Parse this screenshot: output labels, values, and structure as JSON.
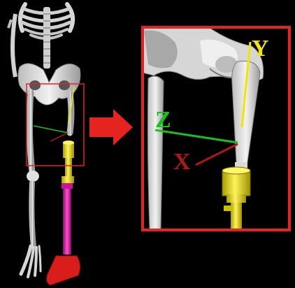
{
  "axes": {
    "y": {
      "label": "Y",
      "color": "#f2e600"
    },
    "z": {
      "label": "Z",
      "color": "#18c21c"
    },
    "x": {
      "label": "X",
      "color": "#b01818"
    }
  },
  "colors": {
    "background": "#000000",
    "bone": "#e4e4e4",
    "bone_shadow": "#9a9a9a",
    "implant": "#f0ea00",
    "pylon": "#e61fb5",
    "foot": "#e3201e",
    "highlight_box": "#e52321",
    "arrow": "#e52321"
  },
  "icons": {
    "arrow": "right-arrow-icon"
  }
}
